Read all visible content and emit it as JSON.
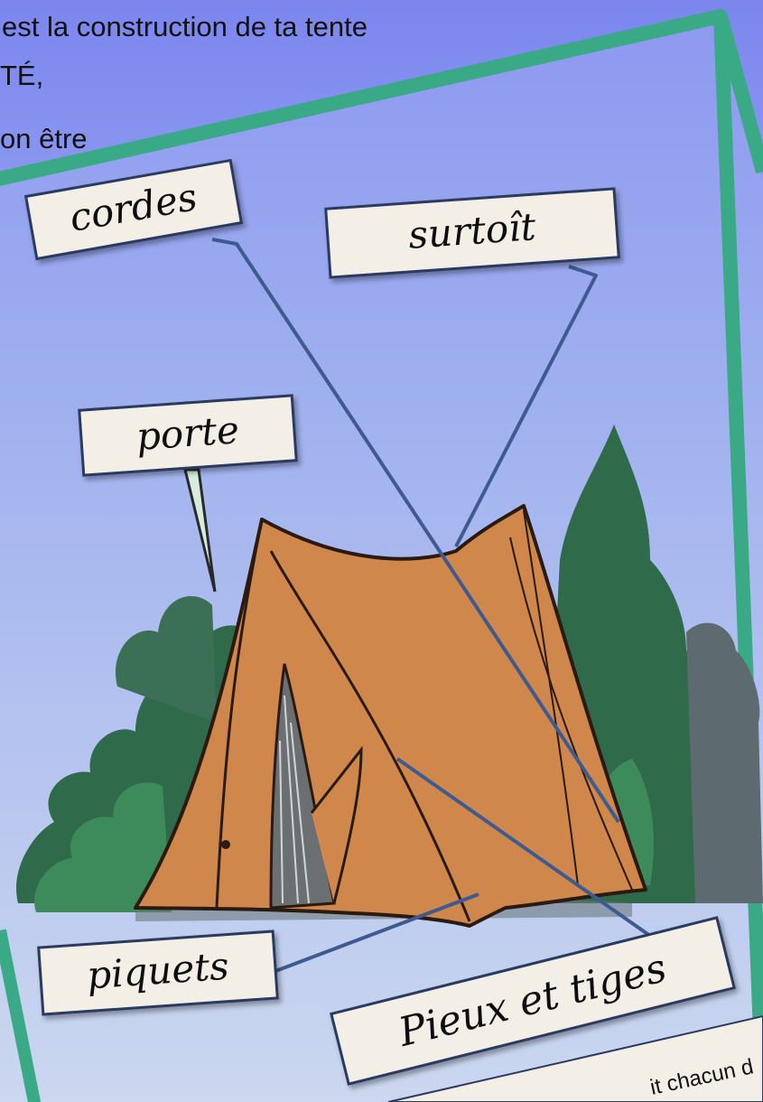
{
  "intro_lines": [
    "est la construction de ta tente",
    "TÉ,",
    "on être"
  ],
  "labels": {
    "cordes": "cordes",
    "surtoit": "surtoît",
    "porte": "porte",
    "piquets": "piquets",
    "pieux": "Pieux et tiges"
  },
  "footer_fragment": "it chacun d",
  "colors": {
    "frame": "#3aa985",
    "tent": "#d0874c",
    "line": "#3f5a8e",
    "label_bg": "#f3eee6"
  }
}
